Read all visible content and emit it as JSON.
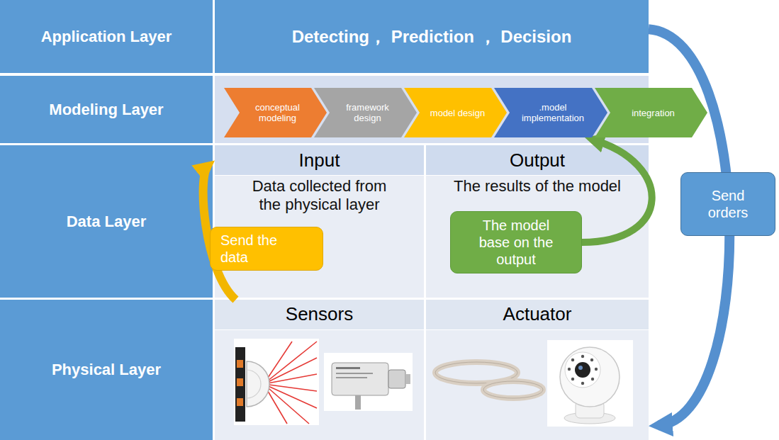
{
  "diagram": {
    "nodes": [
      {
        "text": [
          "Application Layer"
        ]
      },
      {
        "text": [
          "Detecting， Prediction ， Decision"
        ]
      },
      {
        "text": [
          "Modeling Layer"
        ]
      },
      {
        "text": [
          "conceptual modeling"
        ]
      },
      {
        "text": [
          "framework design"
        ]
      },
      {
        "text": [
          "model design"
        ]
      },
      {
        "text": [
          ".model implementation"
        ]
      },
      {
        "text": [
          "integration"
        ]
      },
      {
        "text": [
          "Data Layer"
        ]
      },
      {
        "text": [
          "Input",
          "Data collected from the physical layer"
        ]
      },
      {
        "text": [
          "Send the data"
        ],
        "in": 9
      },
      {
        "text": [
          "Output",
          "The results of the model"
        ]
      },
      {
        "text": [
          "The model base on the output"
        ],
        "in": 11
      },
      {
        "text": [
          "Physical Layer"
        ]
      },
      {
        "text": [
          "Sensors"
        ]
      },
      {
        "text": [
          "Actuator"
        ]
      },
      {
        "text": [
          "Send orders"
        ]
      }
    ],
    "edges": [
      {
        "from": 14,
        "to": 9,
        "arrow": "to"
      },
      {
        "from": 12,
        "to": 6,
        "arrow": "to"
      },
      {
        "from": 1,
        "to": 15,
        "arrow": "to"
      }
    ]
  }
}
